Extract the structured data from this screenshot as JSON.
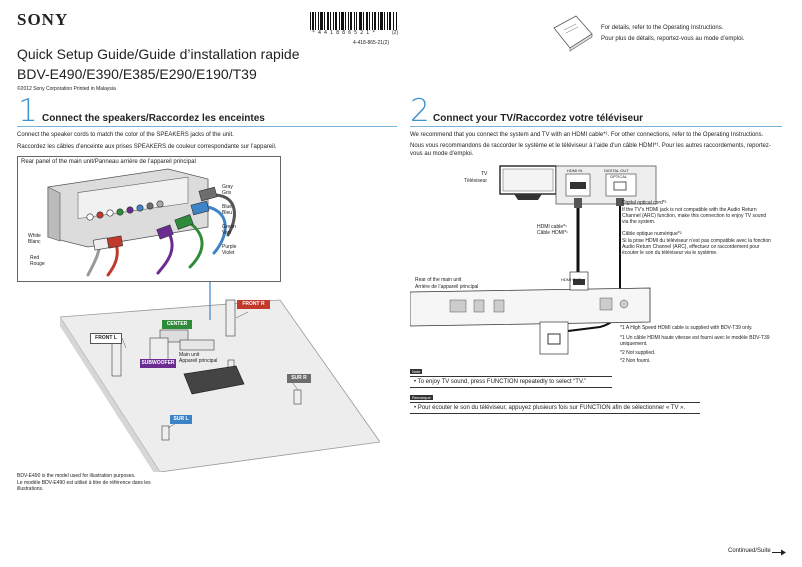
{
  "header": {
    "brand": "SONY",
    "title_line1": "Quick Setup Guide/Guide d’installation rapide",
    "title_line2": "BDV-E490/E390/E385/E290/E190/T39",
    "copyright": "©2012 Sony Corporation   Printed in Malaysia",
    "barcode_digits": "* 4 4 1 8 8 6 5 2 1 *",
    "barcode_suffix": "(2)",
    "part_number": "4-418-865-21(2)",
    "ref_en": "For details, refer to the Operating Instructions.",
    "ref_fr": "Pour plus de détails, reportez-vous au mode d’emploi."
  },
  "section1": {
    "number": "1",
    "heading": "Connect the speakers/Raccordez les enceintes",
    "text_en": "Connect the speaker cords to match the color of the SPEAKERS jacks of the unit.",
    "text_fr": "Raccordez les câbles d’enceinte aux prises SPEAKERS de couleur correspondante sur l’appareil.",
    "panel_caption": "Rear panel of the main unit/Panneau arrière de l’appareil principal",
    "labels": {
      "gray": "Gray",
      "gris": "Gris",
      "blue": "Blue",
      "bleu": "Bleu",
      "green": "Green",
      "vert": "Vert",
      "purple": "Purple",
      "violet": "Violet",
      "white": "White",
      "blanc": "Blanc",
      "red": "Red",
      "rouge": "Rouge"
    },
    "speakers": {
      "front_r": "FRONT R",
      "front_l": "FRONT L",
      "center": "CENTER",
      "subwoofer": "SUBWOOFER",
      "sur_r": "SUR R",
      "sur_l": "SUR L",
      "main_unit_en": "Main unit",
      "main_unit_fr": "Appareil principal"
    },
    "footnote_en": "BDV-E490 is the model used for illustration purposes.",
    "footnote_fr": "Le modèle BDV-E490 est utilisé à titre de référence dans les illustrations."
  },
  "section2": {
    "number": "2",
    "heading": "Connect your TV/Raccordez votre téléviseur",
    "text_en": "We recommend that you connect the system and TV with an HDMI cable*¹. For other connections, refer to the Operating Instructions.",
    "text_fr": "Nous vous recommandons de raccorder le système et le téléviseur à l’aide d’un câble HDMI*¹. Pour les autres raccordements, reportez-vous au mode d’emploi.",
    "tv_en": "TV",
    "tv_fr": "Téléviseur",
    "hdmi_in": "HDMI IN",
    "digital_out": "DIGITAL OUT",
    "optical": "OPTICAL",
    "hdmi_cable_en": "HDMI cable*¹",
    "hdmi_cable_fr": "Câble HDMI*¹",
    "optical_cord_en": "Digital optical cord*²",
    "optical_note_en": "If the TV’s HDMI jack is not compatible with the Audio Return Channel (ARC) function, make this connection to enjoy TV sound via the system.",
    "optical_cord_fr": "Câble optique numérique*²",
    "optical_note_fr": "Si la prise HDMI du téléviseur n’est pas compatible avec la fonction Audio Return Channel (ARC), effectuez ce raccordement pour écouter le son du téléviseur via le système.",
    "rear_en": "Rear of the main unit",
    "rear_fr": "Arrière de l’appareil principal",
    "hdmi_out": "HDMI OUT",
    "fn1_en": "*1 A High Speed HDMI cable is supplied with BDV-T39 only.",
    "fn1_fr": "*1 Un câble HDMI haute vitesse est fourni avec le modèle BDV-T39 uniquement.",
    "fn2_en": "*2 Not supplied.",
    "fn2_fr": "*2 Non fourni.",
    "note_label": "Note",
    "note_text": "• To enjoy TV sound, press FUNCTION repeatedly to select “TV.”",
    "remarque_label": "Remarque",
    "remarque_text": "• Pour écouter le son du téléviseur, appuyez plusieurs fois sur FUNCTION afin de sélectionner « TV »."
  },
  "footer": {
    "continued": "Continued/Suite"
  },
  "colors": {
    "accent": "#3c92cc",
    "tag_red": "#c0392b",
    "tag_green": "#2e8b3a",
    "tag_purple": "#6a2c91",
    "tag_gray": "#6d6d6d",
    "tag_blue": "#3d84c6"
  }
}
